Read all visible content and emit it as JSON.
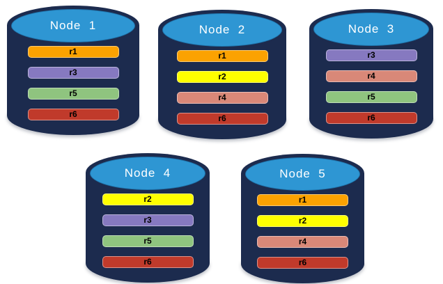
{
  "diagram": {
    "background_color": "#FFFFFF",
    "cylinder_body_color": "#1C2B4E",
    "cylinder_top_color": "#2E96D3",
    "node_title_color": "#FFFFFF",
    "bar_text_color": "#000000",
    "replica_colors": {
      "r1": "#FBA201",
      "r2": "#FFFF00",
      "r3": "#8679C0",
      "r4": "#D98878",
      "r5": "#8FC47F",
      "r6": "#C03A2B"
    },
    "nodes": [
      {
        "label": "Node  1",
        "replicas": [
          {
            "label": "r1",
            "color": "#FBA201"
          },
          {
            "label": "r3",
            "color": "#8679C0"
          },
          {
            "label": "r5",
            "color": "#8FC47F"
          },
          {
            "label": "r6",
            "color": "#C03A2B"
          }
        ]
      },
      {
        "label": "Node  2",
        "replicas": [
          {
            "label": "r1",
            "color": "#FBA201"
          },
          {
            "label": "r2",
            "color": "#FFFF00"
          },
          {
            "label": "r4",
            "color": "#D98878"
          },
          {
            "label": "r6",
            "color": "#C03A2B"
          }
        ]
      },
      {
        "label": "Node  3",
        "replicas": [
          {
            "label": "r3",
            "color": "#8679C0"
          },
          {
            "label": "r4",
            "color": "#D98878"
          },
          {
            "label": "r5",
            "color": "#8FC47F"
          },
          {
            "label": "r6",
            "color": "#C03A2B"
          }
        ]
      },
      {
        "label": "Node  4",
        "replicas": [
          {
            "label": "r2",
            "color": "#FFFF00"
          },
          {
            "label": "r3",
            "color": "#8679C0"
          },
          {
            "label": "r5",
            "color": "#8FC47F"
          },
          {
            "label": "r6",
            "color": "#C03A2B"
          }
        ]
      },
      {
        "label": "Node  5",
        "replicas": [
          {
            "label": "r1",
            "color": "#FBA201"
          },
          {
            "label": "r2",
            "color": "#FFFF00"
          },
          {
            "label": "r4",
            "color": "#D98878"
          },
          {
            "label": "r6",
            "color": "#C03A2B"
          }
        ]
      }
    ]
  }
}
